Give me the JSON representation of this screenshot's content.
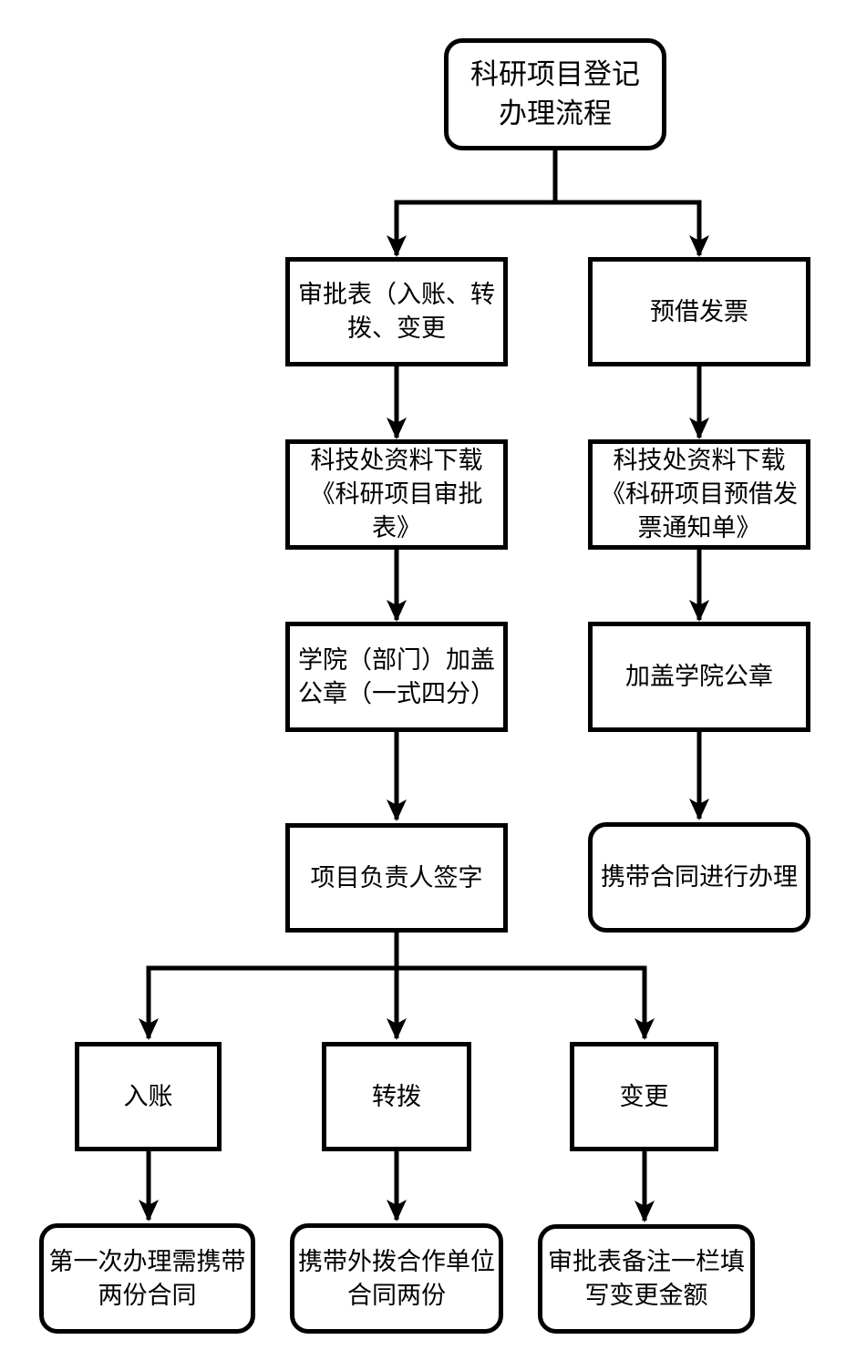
{
  "flowchart": {
    "colors": {
      "line": "#000000",
      "box_border": "#000000",
      "box_fill": "#ffffff",
      "text": "#000000",
      "background": "#ffffff"
    },
    "nodes": {
      "start": {
        "label": "科研项目登记\n办理流程",
        "shape": "rounded"
      },
      "approval_form": {
        "label": "审批表（入账、转\n拨、变更",
        "shape": "rect"
      },
      "advance_invoice": {
        "label": "预借发票",
        "shape": "rect"
      },
      "download_approval": {
        "label": "科技处资料下载\n《科研项目审批\n表》",
        "shape": "rect"
      },
      "download_invoice": {
        "label": "科技处资料下载\n《科研项目预借发\n票通知单》",
        "shape": "rect"
      },
      "dept_seal": {
        "label": "学院（部门）加盖\n公章（一式四分）",
        "shape": "rect"
      },
      "college_seal": {
        "label": "加盖学院公章",
        "shape": "rect"
      },
      "leader_sign": {
        "label": "项目负责人签字",
        "shape": "rect"
      },
      "bring_contract": {
        "label": "携带合同进行办理",
        "shape": "rounded"
      },
      "ruzhang": {
        "label": "入账",
        "shape": "rect"
      },
      "zhuanbo": {
        "label": "转拨",
        "shape": "rect"
      },
      "biangeng": {
        "label": "变更",
        "shape": "rect"
      },
      "first_time": {
        "label": "第一次办理需携带\n两份合同",
        "shape": "rounded"
      },
      "external_contract": {
        "label": "携带外拨合作单位\n合同两份",
        "shape": "rounded"
      },
      "remark_amount": {
        "label": "审批表备注一栏填\n写变更金额",
        "shape": "rounded"
      }
    }
  }
}
